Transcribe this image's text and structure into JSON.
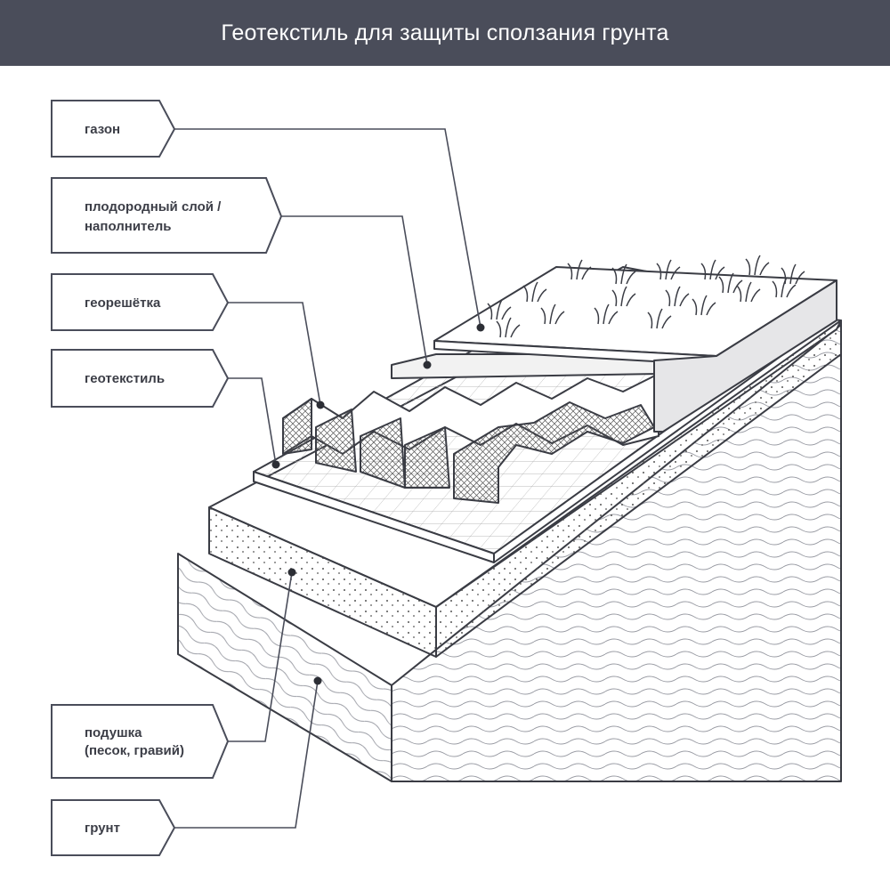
{
  "header": {
    "title": "Геотекстиль для защиты сползания грунта"
  },
  "labels": {
    "lawn": "газон",
    "fertile_1": "плодородный слой /",
    "fertile_2": "наполнитель",
    "geogrid": "георешётка",
    "geotextile": "геотекстиль",
    "cushion_1": "подушка",
    "cushion_2": "(песок, гравий)",
    "soil": "грунт"
  },
  "colors": {
    "header_bg": "#4a4d5a",
    "line": "#4a4d5a",
    "text": "#3c3e47"
  }
}
